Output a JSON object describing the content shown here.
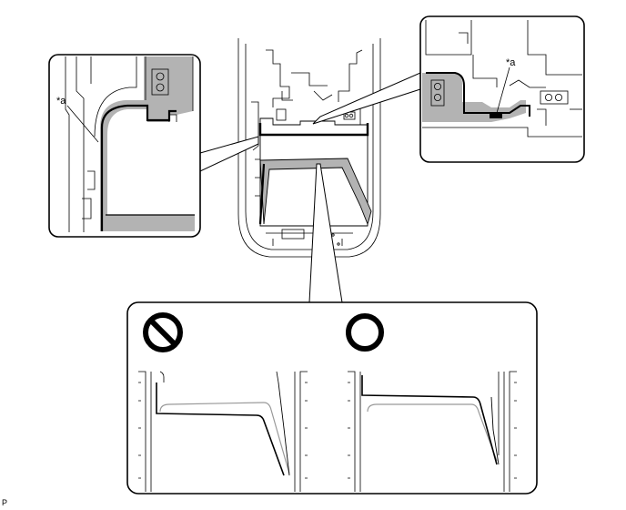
{
  "callouts": {
    "left_label": "*a",
    "right_label": "*a"
  },
  "symbols": {
    "incorrect": "prohibited-circle-icon",
    "correct": "open-circle-icon"
  },
  "figure_id": "P",
  "colors": {
    "line": "#000000",
    "sealant_fill": "#b3b3b3",
    "background": "#ffffff"
  }
}
